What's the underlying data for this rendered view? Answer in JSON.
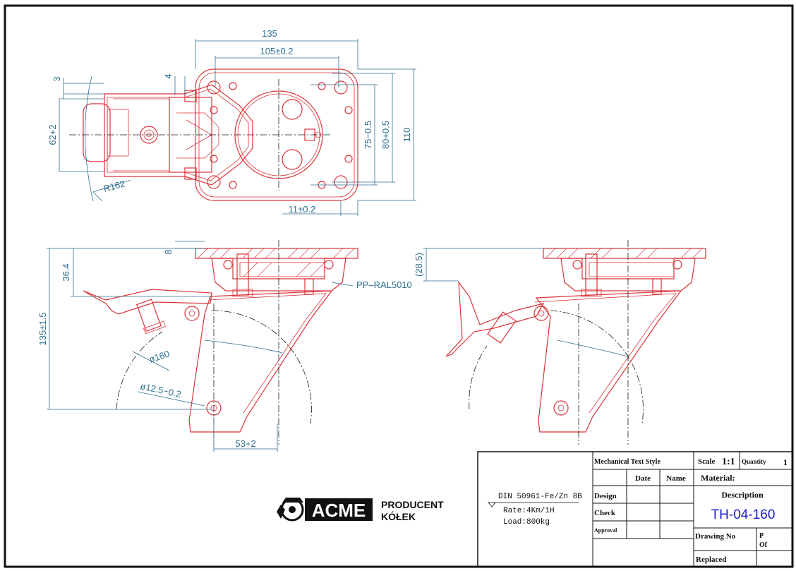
{
  "dims": {
    "d135": "135",
    "d105": "105±0.2",
    "d3": "3",
    "d4": "4",
    "d62": "62+2",
    "d75": "75−0.5",
    "d80": "80+0.5",
    "d110": "110",
    "dR162": "R162",
    "d11": "11±0.2",
    "d8": "8",
    "d364": "36.4",
    "d1351": "135±1.5",
    "dPP": "PP–RAL5010",
    "d160": "ø160",
    "d125": "ø12.5−0.2",
    "d53": "53+2",
    "d285": "(28.5)"
  },
  "logo": {
    "brand": "ACME",
    "line1": "PRODUCENT",
    "line2": "KÓŁEK"
  },
  "notes": {
    "spec": "DIN 50961-Fe/Zn 8B",
    "rate": "Rate:4Km/1H",
    "load": "Load:800kg"
  },
  "title_block": {
    "style": "Mechanical Text Style",
    "scale_label": "Scale",
    "scale_value": "1:1",
    "quantity_label": "Quantity",
    "quantity_value": "1",
    "date": "Date",
    "name": "Name",
    "material": "Material:",
    "design": "Design",
    "check": "Check",
    "approval": "Approval",
    "description_label": "Description",
    "description_value": "TH-04-160",
    "drawing_no": "Drawing No",
    "p": "P",
    "of": "Of",
    "replaced": "Replaced"
  },
  "colors": {
    "part": "#d9343a",
    "dimension": "#2f6f8f",
    "description": "#2020c8"
  }
}
